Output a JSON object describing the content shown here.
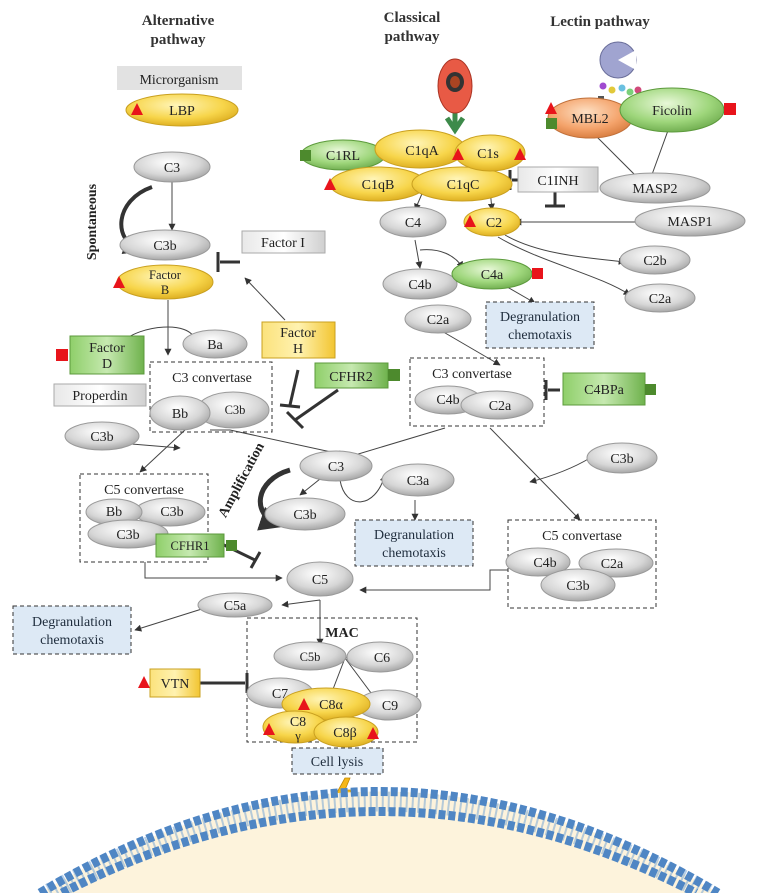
{
  "headers": {
    "alternative": [
      "Alternative",
      "pathway"
    ],
    "classical": [
      "Classical",
      "pathway"
    ],
    "lectin": "Lectin pathway"
  },
  "alternative": {
    "microorganism": "Microrganism",
    "lbp": "LBP",
    "c3": "C3",
    "c3b": "C3b",
    "spontaneous": "Spontaneous",
    "factor_i": "Factor I",
    "factor_b": [
      "Factor",
      "B"
    ],
    "factor_d": [
      "Factor",
      "D"
    ],
    "ba": "Ba",
    "factor_h": [
      "Factor",
      "H"
    ],
    "properdin": "Properdin",
    "cfhr2": "CFHR2",
    "c3_convertase_title": "C3 convertase",
    "bb": "Bb",
    "c3b_conv": "C3b",
    "c3b_free": "C3b",
    "c5_convertase_title": "C5 convertase",
    "c5_bb": "Bb",
    "c5_c3b_a": "C3b",
    "c5_c3b_b": "C3b",
    "cfhr1": "CFHR1"
  },
  "classical": {
    "c1rl": "C1RL",
    "c1qa": "C1qA",
    "c1s": "C1s",
    "c1qb": "C1qB",
    "c1qc": "C1qC",
    "c1inh": "C1INH",
    "c4": "C4",
    "c2": "C2",
    "c4b": "C4b",
    "c4a": "C4a",
    "c2b": "C2b",
    "c2a": "C2a",
    "c2a_free": "C2a",
    "degranulation": [
      "Degranulation",
      "chemotaxis"
    ],
    "c3_convertase_title": "C3 convertase",
    "conv_c4b": "C4b",
    "conv_c2a": "C2a",
    "c4bpa": "C4BPa"
  },
  "lectin": {
    "mbl2": "MBL2",
    "ficolin": "Ficolin",
    "masp2": "MASP2",
    "masp1": "MASP1"
  },
  "amplification": {
    "c3": "C3",
    "c3a": "C3a",
    "c3b": "C3b",
    "label": "Amplification",
    "degranulation": [
      "Degranulation",
      "chemotaxis"
    ],
    "c3b_right": "C3b"
  },
  "c5_conv_right": {
    "title": "C5 convertase",
    "c4b": "C4b",
    "c2a": "C2a",
    "c3b": "C3b"
  },
  "terminal": {
    "c5": "C5",
    "c5a": "C5a",
    "degranulation": [
      "Degranulation",
      "chemotaxis"
    ],
    "mac_title": "MAC",
    "c5b": "C5b",
    "c6": "C6",
    "c7": "C7",
    "c8a": "C8α",
    "c9": "C9",
    "c8g": [
      "C8",
      "γ"
    ],
    "c8b": "C8β",
    "vtn": "VTN",
    "cell_lysis": "Cell lysis"
  },
  "colors": {
    "yellow": "#f7d54a",
    "green": "#8fcf6a",
    "orange": "#f4a36b",
    "gray": "#d0d0d0",
    "red": "#e8141b",
    "dark_green": "#4d8a2d",
    "info_box": "#dde9f5"
  }
}
